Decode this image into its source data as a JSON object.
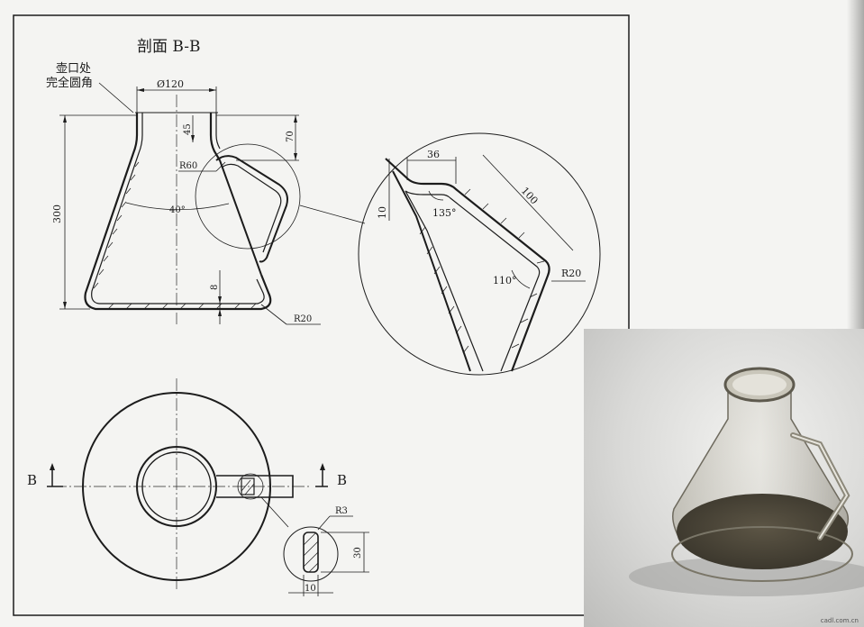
{
  "drawing": {
    "section_title": "剖面 B-B",
    "note_line1": "壶口处",
    "note_line2": "完全圆角",
    "section_marker": "B",
    "dims": {
      "neck_diameter": "Ø120",
      "height": "300",
      "neck_height": "45",
      "handle_offset": "70",
      "fillet_r60": "R60",
      "angle_40": "40°",
      "wall": "8",
      "fillet_r20": "R20",
      "detail_36": "36",
      "detail_10": "10",
      "detail_100": "100",
      "angle_135": "135°",
      "angle_110": "110°",
      "detail_r20": "R20",
      "bar_r3": "R3",
      "bar_height": "30",
      "bar_width": "10"
    }
  },
  "photo": {
    "watermark": "cadl.com.cn"
  }
}
